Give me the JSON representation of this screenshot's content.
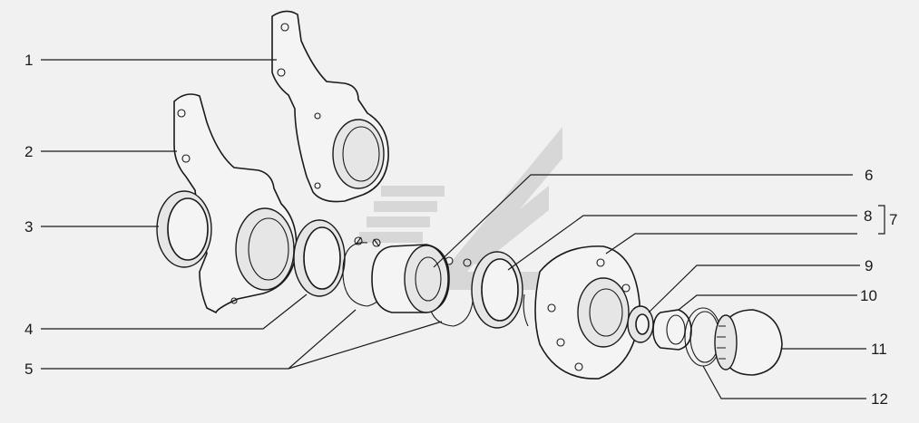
{
  "diagram": {
    "callouts": [
      {
        "id": "1",
        "text": "1"
      },
      {
        "id": "2",
        "text": "2"
      },
      {
        "id": "3",
        "text": "3"
      },
      {
        "id": "4",
        "text": "4"
      },
      {
        "id": "5",
        "text": "5"
      },
      {
        "id": "6",
        "text": "6"
      },
      {
        "id": "7",
        "text": "7"
      },
      {
        "id": "8",
        "text": "8"
      },
      {
        "id": "9",
        "text": "9"
      },
      {
        "id": "10",
        "text": "10"
      },
      {
        "id": "11",
        "text": "11"
      },
      {
        "id": "12",
        "text": "12"
      }
    ],
    "colors": {
      "background": "#f1f1f1",
      "line": "#1a1a1a",
      "watermark": "#d7d7d7"
    }
  }
}
